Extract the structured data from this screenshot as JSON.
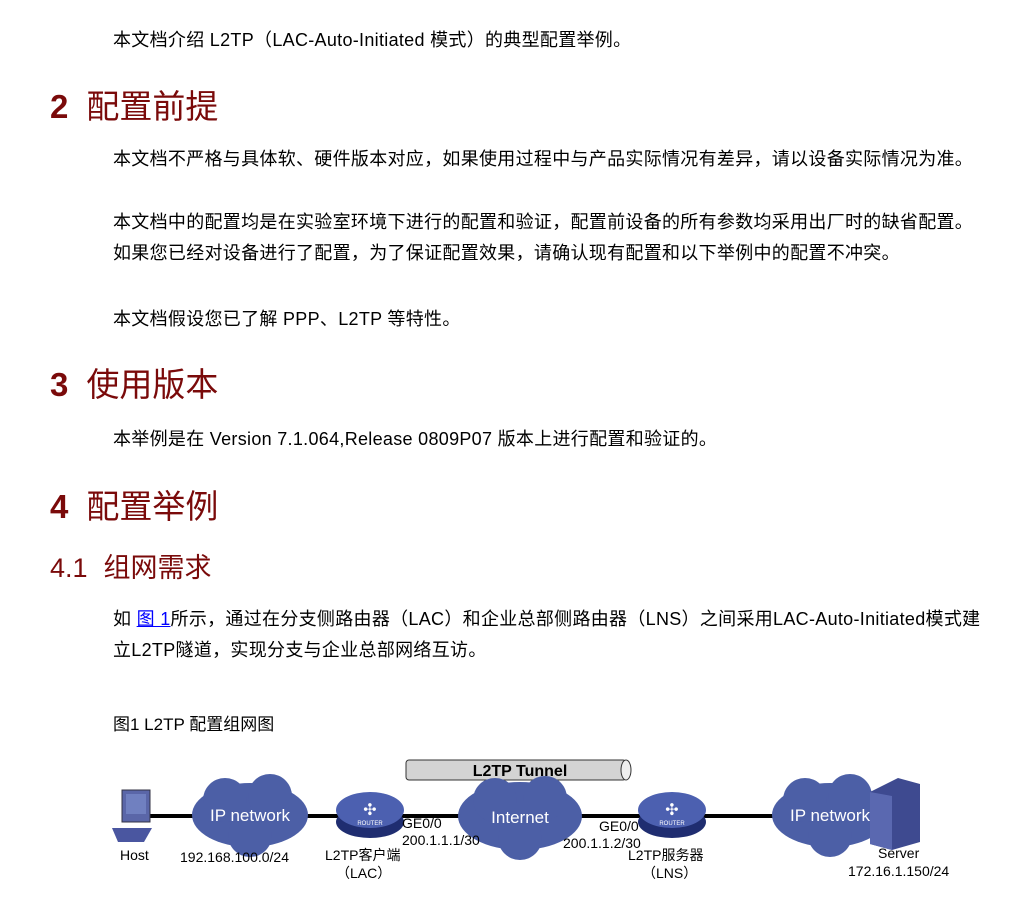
{
  "intro": "本文档介绍 L2TP（LAC-Auto-Initiated 模式）的典型配置举例。",
  "s2": {
    "num": "2",
    "title": "配置前提",
    "paras": [
      "本文档不严格与具体软、硬件版本对应，如果使用过程中与产品实际情况有差异，请以设备实际情况为准。",
      "本文档中的配置均是在实验室环境下进行的配置和验证，配置前设备的所有参数均采用出厂时的缺省配置。如果您已经对设备进行了配置，为了保证配置效果，请确认现有配置和以下举例中的配置不冲突。",
      "本文档假设您已了解 PPP、L2TP 等特性。"
    ]
  },
  "s3": {
    "num": "3",
    "title": "使用版本",
    "para": "本举例是在 Version 7.1.064,Release 0809P07 版本上进行配置和验证的。"
  },
  "s4": {
    "num": "4",
    "title": "配置举例"
  },
  "s41": {
    "num": "4.1",
    "title": "组网需求",
    "pre": "如 ",
    "link": "图 1",
    "post": "所示，通过在分支侧路由器（LAC）和企业总部侧路由器（LNS）之间采用LAC-Auto-Initiated模式建立L2TP隧道，实现分支与企业总部网络互访。"
  },
  "figure": {
    "caption": "图1  L2TP 配置组网图",
    "tunnel": "L2TP Tunnel",
    "cloud1": "IP network",
    "cloud2": "Internet",
    "cloud3": "IP network",
    "router_label": "ROUTER",
    "host": "Host",
    "net1": "192.168.100.0/24",
    "lac_if": "GE0/0",
    "lac_ip": "200.1.1.1/30",
    "lac_name": "L2TP客户端",
    "lac_abbr": "（LAC）",
    "lns_if": "GE0/0",
    "lns_ip": "200.1.1.2/30",
    "lns_name": "L2TP服务器",
    "lns_abbr": "（LNS）",
    "server": "Server",
    "server_ip": "172.16.1.150/24"
  }
}
